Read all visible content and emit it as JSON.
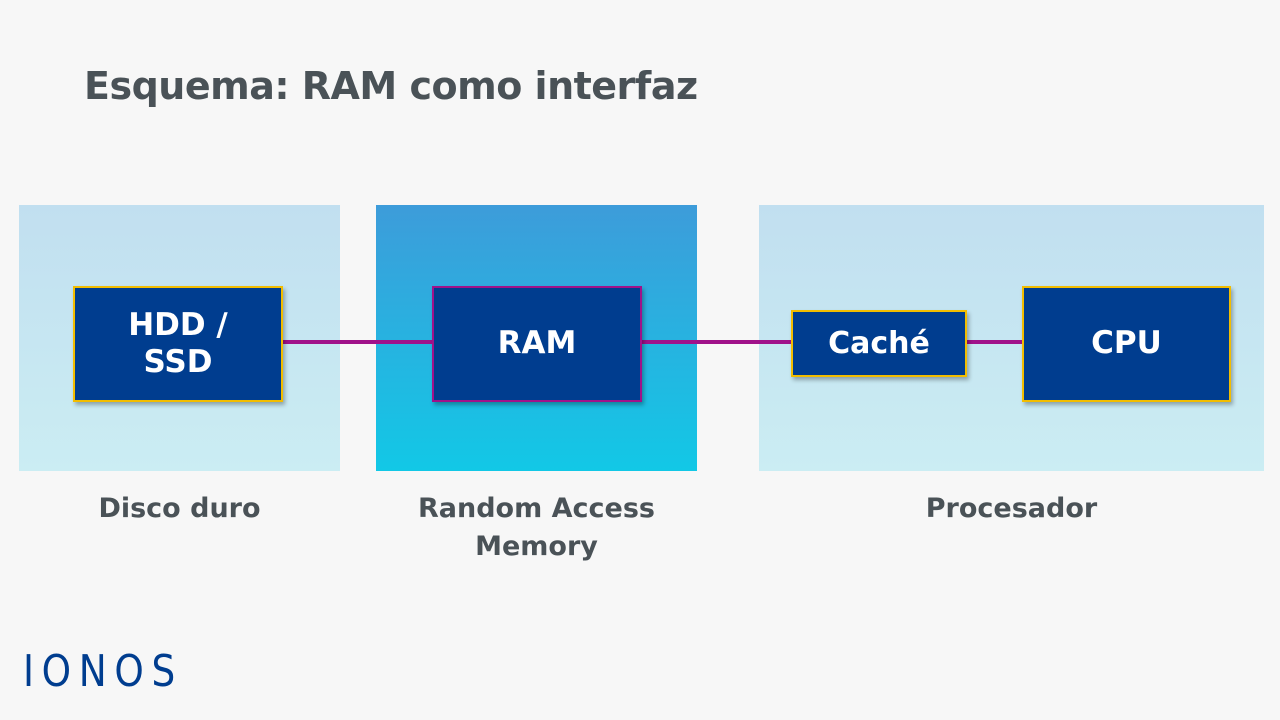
{
  "title": "Esquema: RAM como interfaz",
  "zones": {
    "disk": {
      "caption": "Disco duro"
    },
    "ram": {
      "caption_line1": "Random Access",
      "caption_line2": "Memory"
    },
    "cpu": {
      "caption": "Procesador"
    }
  },
  "nodes": {
    "hdd": {
      "line1": "HDD /",
      "line2": "SSD"
    },
    "ram": {
      "label": "RAM"
    },
    "cache": {
      "label": "Caché"
    },
    "cpu": {
      "label": "CPU"
    }
  },
  "connections": [
    {
      "from": "HDD / SSD",
      "to": "RAM"
    },
    {
      "from": "RAM",
      "to": "Caché"
    },
    {
      "from": "Caché",
      "to": "CPU"
    }
  ],
  "colors": {
    "node_fill": "#003d8f",
    "border_gold": "#f2bd00",
    "border_purple": "#a0128a",
    "connector": "#a0128a",
    "zone_light": "#c1dff0",
    "zone_ram_top": "#3d9cda",
    "zone_ram_bottom": "#12c8e6"
  },
  "logo": {
    "text": "IONOS"
  }
}
